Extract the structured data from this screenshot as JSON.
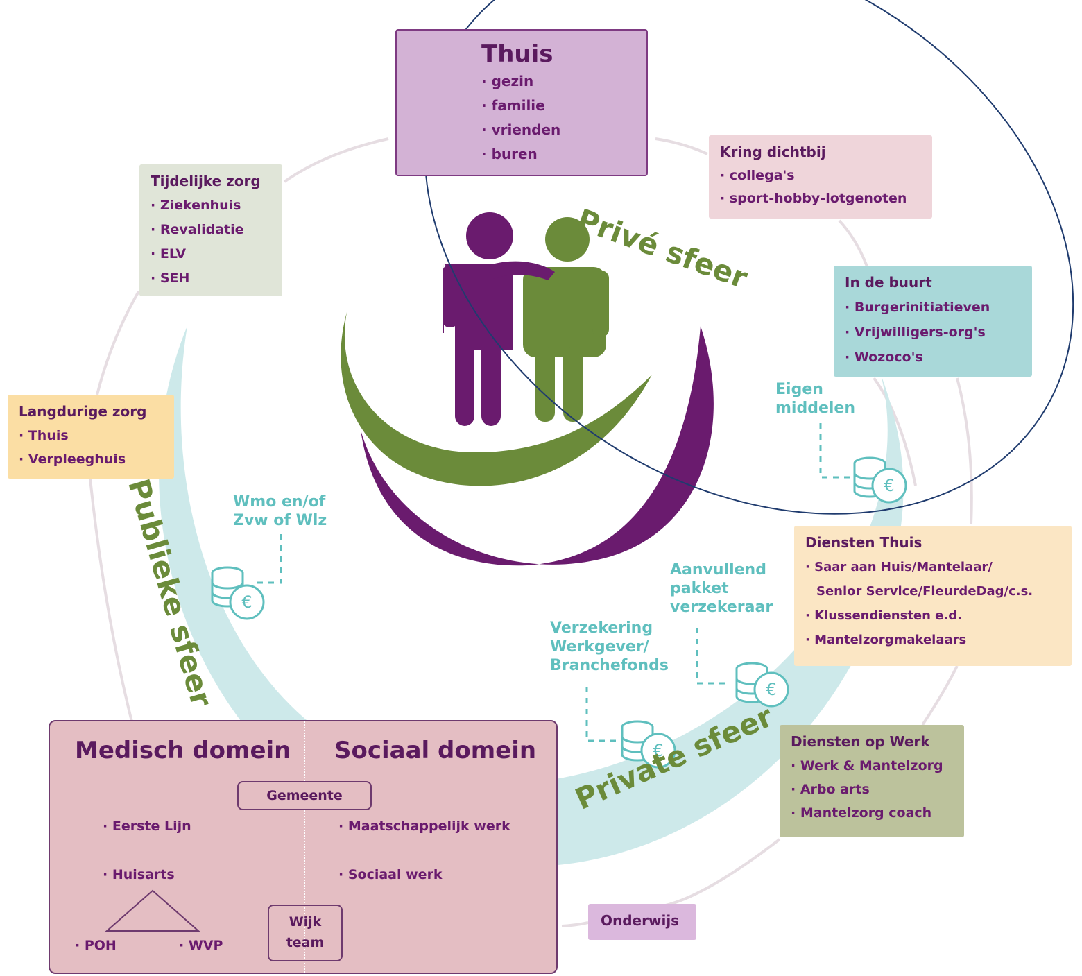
{
  "boxes": {
    "thuis": {
      "title": "Thuis",
      "items": [
        "gezin",
        "familie",
        "vrienden",
        "buren"
      ]
    },
    "kring": {
      "title": "Kring dichtbij",
      "items": [
        "collega's",
        "sport-hobby-lotgenoten"
      ]
    },
    "buurt": {
      "title": "In de buurt",
      "items": [
        "Burgerinitiatieven",
        "Vrijwilligers-org's",
        "Wozoco's"
      ]
    },
    "tijdelijk": {
      "title": "Tijdelijke zorg",
      "items": [
        "Ziekenhuis",
        "Revalidatie",
        "ELV",
        "SEH"
      ]
    },
    "langdurig": {
      "title": "Langdurige zorg",
      "items": [
        "Thuis",
        "Verpleeghuis"
      ]
    },
    "diensten_thuis": {
      "title": "Diensten Thuis",
      "items": [
        "Saar aan Huis/Mantelaar/",
        "Klussendiensten e.d.",
        "Mantelzorgmakelaars"
      ],
      "continuation": "Senior Service/FleurdeDag/c.s."
    },
    "diensten_werk": {
      "title": "Diensten op Werk",
      "items": [
        "Werk & Mantelzorg",
        "Arbo arts",
        "Mantelzorg coach"
      ]
    },
    "onderwijs": {
      "title": "Onderwijs"
    }
  },
  "domein": {
    "medisch_title": "Medisch domein",
    "sociaal_title": "Sociaal domein",
    "gemeente": "Gemeente",
    "medisch_items": [
      "Eerste Lijn",
      "Huisarts"
    ],
    "triangle_left": "POH",
    "triangle_right": "WVP",
    "sociaal_items": [
      "Maatschappelijk werk",
      "Sociaal werk"
    ],
    "wijk_line1": "Wijk",
    "wijk_line2": "team"
  },
  "funding": {
    "eigen": [
      "Eigen",
      "middelen"
    ],
    "wmo": [
      "Wmo en/of",
      "Zvw of Wlz"
    ],
    "aanvullend": [
      "Aanvullend",
      "pakket",
      "verzekeraar"
    ],
    "verzekering": [
      "Verzekering",
      "Werkgever/",
      "Branchefonds"
    ]
  },
  "spheres": {
    "prive": "Privé sfeer",
    "publieke": "Publieke sfeer",
    "private": "Private sfeer"
  },
  "colors": {
    "purple": "#6a1b6e",
    "green": "#6b8b3a",
    "teal": "#5fbfbe",
    "light_teal": "#cde9ea",
    "navy_outline": "#1f3b6e"
  }
}
